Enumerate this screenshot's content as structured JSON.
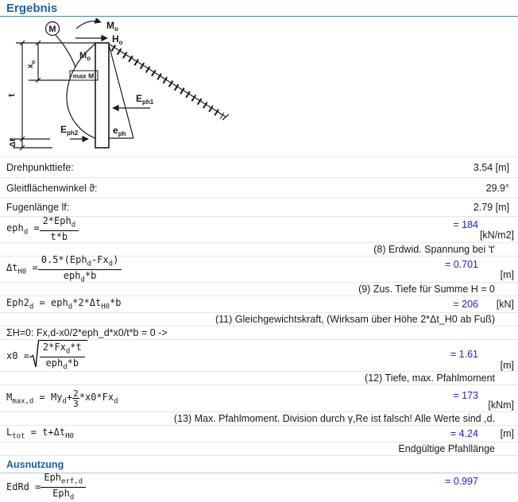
{
  "header": {
    "title": "Ergebnis"
  },
  "section": {
    "title": "Ausnutzung"
  },
  "colors": {
    "header_blue": "#1d5fa7",
    "value_blue": "#2222cc",
    "separator": "#e6e6e6"
  },
  "diagram": {
    "labels": {
      "m_circle": "M",
      "mo_top": {
        "base": "M",
        "sub": "o"
      },
      "ho": {
        "base": "H",
        "sub": "o"
      },
      "mo_pile": {
        "base": "M",
        "sub": "o"
      },
      "max_m": "max M",
      "xo": {
        "base": "x",
        "sub": "o"
      },
      "t": "t",
      "dt": "Δt",
      "eph1": {
        "base": "E",
        "sub": "ph1"
      },
      "eph2": {
        "base": "E",
        "sub": "ph2"
      },
      "eph": {
        "base": "e",
        "sub": "ph"
      }
    }
  },
  "summary_rows": [
    {
      "label": "Drehpunkttiefe:",
      "value": "3.54 [m]"
    },
    {
      "label": "Gleitflächenwinkel ϑ:",
      "value": "29.9°"
    },
    {
      "label": "Fugenlänge lf:",
      "value": "2.79 [m]"
    }
  ],
  "formulas": {
    "f1": {
      "lhs": "eph~d~ = ",
      "num": "2*Eph~d~",
      "den": "t*b",
      "value": "= 184",
      "unit": "[kN/m2]",
      "caption": "(8) Erdwid. Spannung bei 't'"
    },
    "f2": {
      "lhs": "Δt~H0~ = ",
      "num": "0.5*(Eph~d~-Fx~d~)",
      "den": "eph~d~*b",
      "value": "= 0.701",
      "unit": "[m]",
      "caption": "(9) Zus. Tiefe für Summe H = 0"
    },
    "f3": {
      "expr": "Eph2~d~ = eph~d~*2*Δt~H0~*b",
      "value": "= 206",
      "unit": "[kN]",
      "caption": "(11) Gleichgewichtskraft, (Wirksam über Höhe 2*Δt_H0 ab Fuß)"
    },
    "sigma": {
      "text": "ΣH=0: Fx,d-x0/2*eph_d*x0/t*b = 0 ->"
    },
    "f4": {
      "lhs": "x0 = ",
      "num": "2*Fx~d~*t",
      "den": "eph~d~*b",
      "value": "= 1.61",
      "unit": "[m]",
      "caption": "(12) Tiefe, max. Pfahlmoment"
    },
    "f5": {
      "pre": "M~max,d~ = My~d~+",
      "num": "2",
      "den": "3",
      "post": "*x0*Fx~d~",
      "value": "= 173",
      "unit": "[kNm]",
      "caption": "(13) Max. Pfahlmoment. Division durch γ,Re ist falsch! Alle Werte sind ,d."
    },
    "f6": {
      "expr": "L~tot~ = t+Δt~H0~",
      "value": "= 4.24",
      "unit": "[m]",
      "caption": "Endgültige Pfahllänge"
    },
    "f7": {
      "lhs": "EdRd = ",
      "num": "Eph~erf,d~",
      "den": "Eph~d~",
      "value": "= 0.997"
    }
  }
}
